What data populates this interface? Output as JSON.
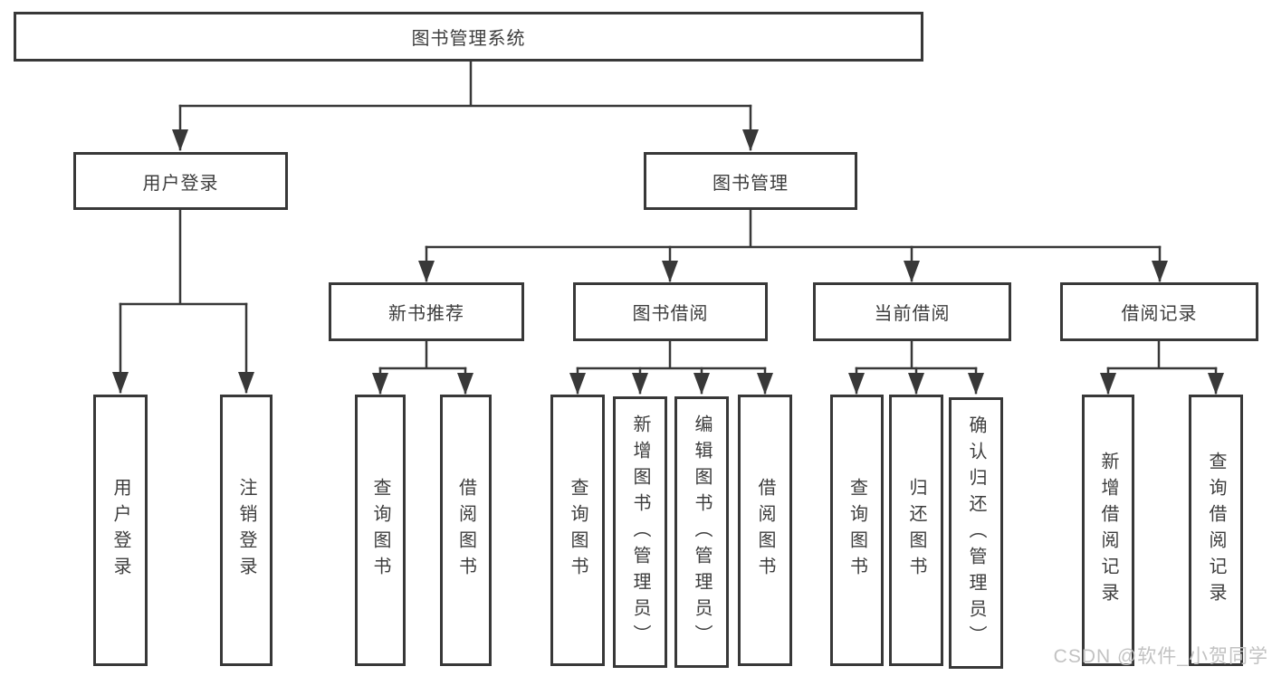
{
  "diagram": {
    "root": {
      "label": "图书管理系统"
    },
    "branches": {
      "user_login": {
        "label": "用户登录"
      },
      "book_mgmt": {
        "label": "图书管理"
      }
    },
    "modules": {
      "new_books": {
        "label": "新书推荐"
      },
      "book_borrow": {
        "label": "图书借阅"
      },
      "current_borrow": {
        "label": "当前借阅"
      },
      "borrow_records": {
        "label": "借阅记录"
      }
    },
    "leaves": {
      "login": {
        "label": "用户登录"
      },
      "logout": {
        "label": "注销登录"
      },
      "nb_query": {
        "label": "查询图书"
      },
      "nb_borrow": {
        "label": "借阅图书"
      },
      "bb_query": {
        "label": "查询图书"
      },
      "bb_add": {
        "label": "新增图书（管理员）"
      },
      "bb_edit": {
        "label": "编辑图书（管理员）"
      },
      "bb_borrow": {
        "label": "借阅图书"
      },
      "cb_query": {
        "label": "查询图书"
      },
      "cb_return": {
        "label": "归还图书"
      },
      "cb_confirm": {
        "label": "确认归还（管理员）"
      },
      "br_add": {
        "label": "新增借阅记录"
      },
      "br_query": {
        "label": "查询借阅记录"
      }
    }
  },
  "watermark": {
    "label": "CSDN @软件_小贺同学"
  },
  "colors": {
    "line": "#383838",
    "text": "#3d3d3d",
    "box_fill": "#ffffff",
    "watermark": "#c2c2c2"
  }
}
